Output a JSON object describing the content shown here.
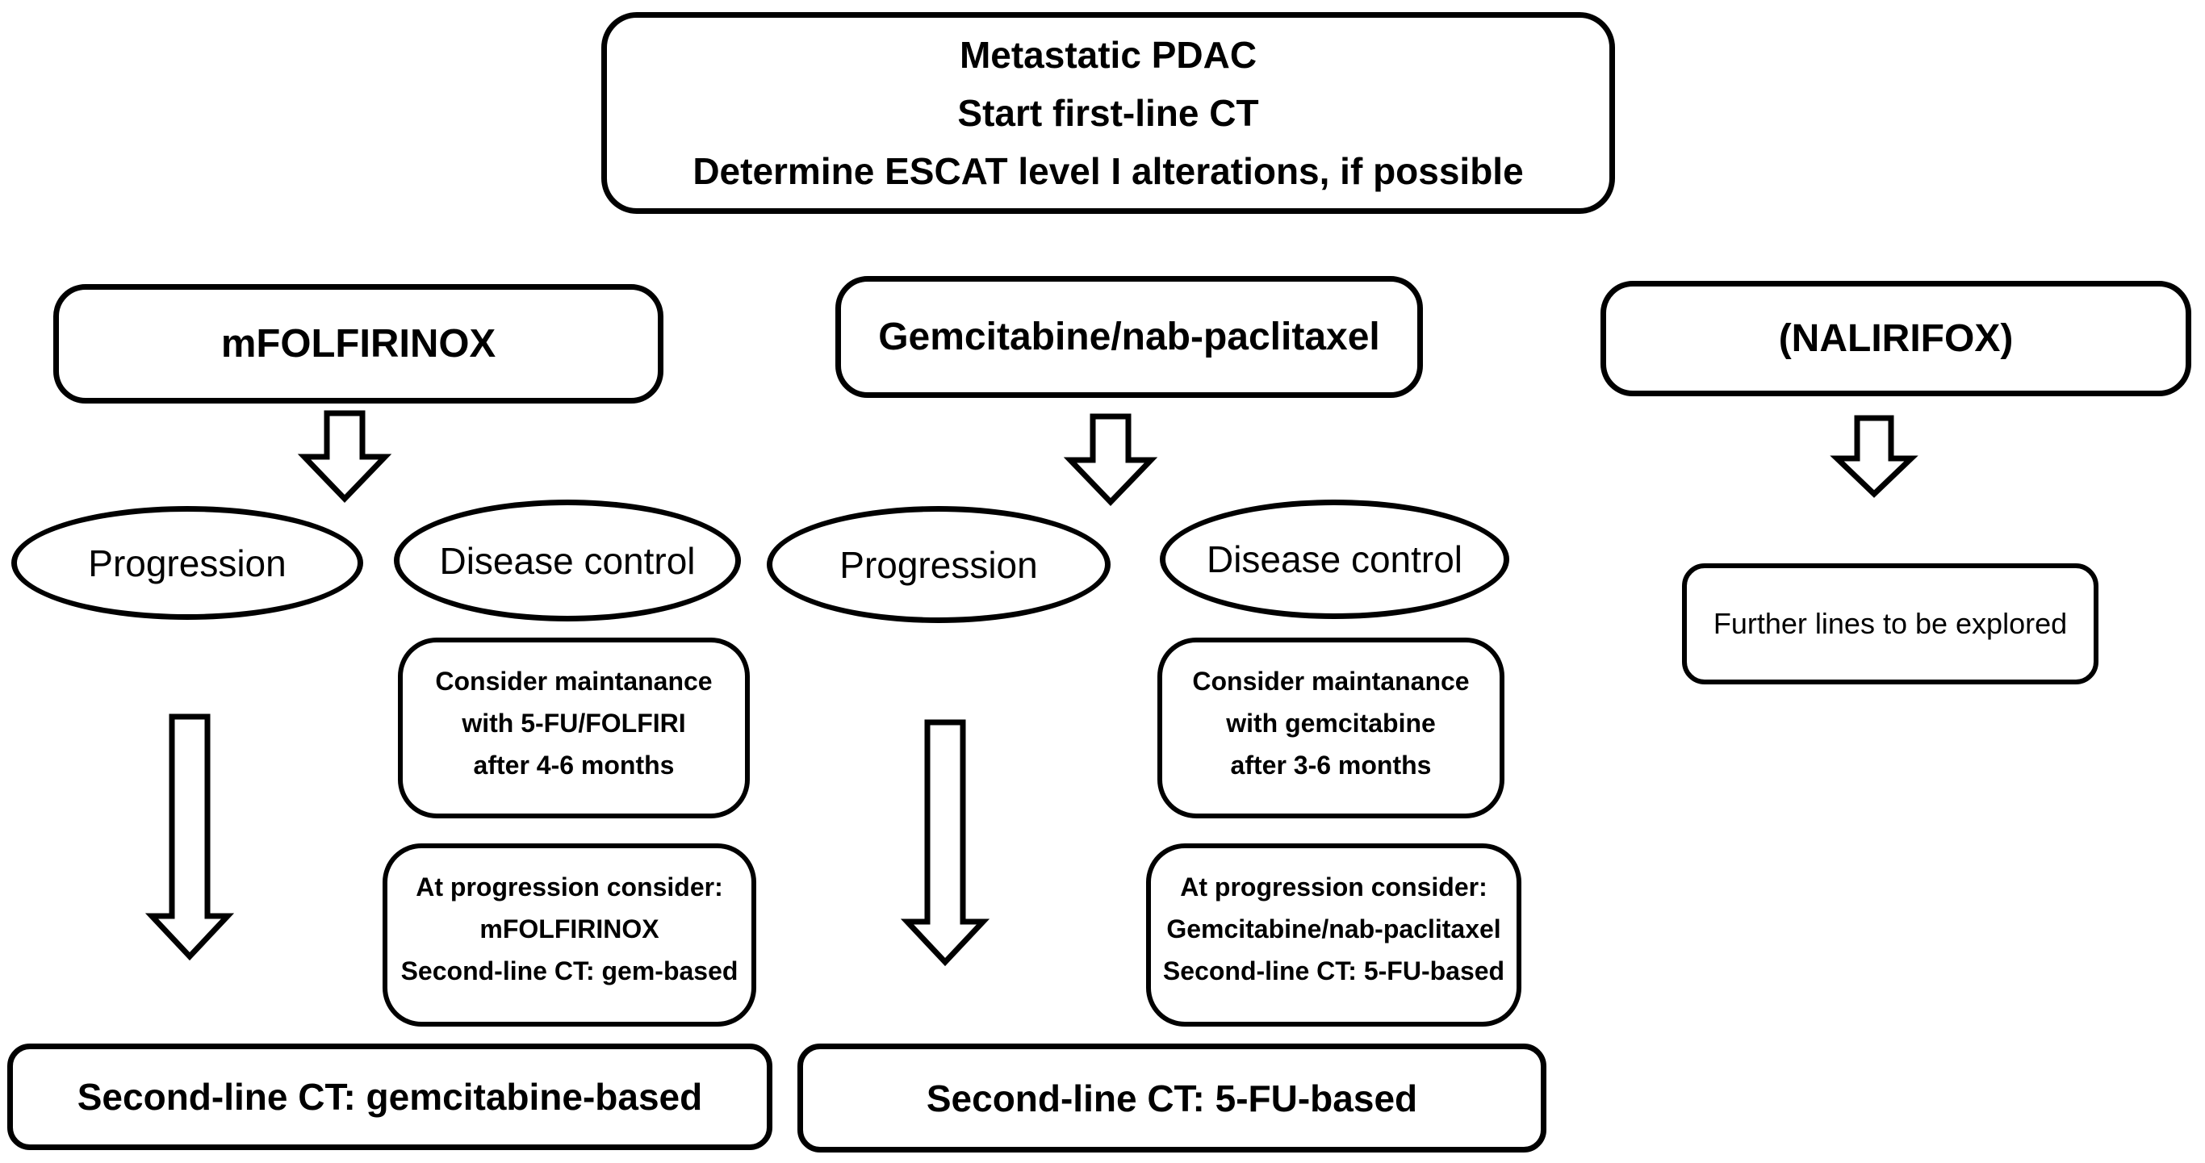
{
  "colors": {
    "stroke": "#000000",
    "background": "#ffffff",
    "text": "#000000"
  },
  "root": {
    "lines": [
      "Metastatic PDAC",
      "Start first-line CT",
      "Determine ESCAT level I alterations, if possible"
    ]
  },
  "treatments": {
    "mfolfirinox": "mFOLFIRINOX",
    "gem_nab": "Gemcitabine/nab-paclitaxel",
    "nalirifox": "(NALIRIFOX)"
  },
  "left_branch": {
    "progression": "Progression",
    "disease_control": "Disease control",
    "maintenance": [
      "Consider maintanance",
      "with 5-FU/FOLFIRI",
      "after 4-6 months"
    ],
    "at_progression": [
      "At progression consider:",
      "mFOLFIRINOX",
      "Second-line CT: gem-based"
    ],
    "second_line": "Second-line CT: gemcitabine-based"
  },
  "middle_branch": {
    "progression": "Progression",
    "disease_control": "Disease control",
    "maintenance": [
      "Consider maintanance",
      "with gemcitabine",
      "after 3-6 months"
    ],
    "at_progression": [
      "At progression consider:",
      "Gemcitabine/nab-paclitaxel",
      "Second-line CT: 5-FU-based"
    ],
    "second_line": "Second-line CT: 5-FU-based"
  },
  "right_branch": {
    "further_lines": "Further lines to be explored"
  }
}
